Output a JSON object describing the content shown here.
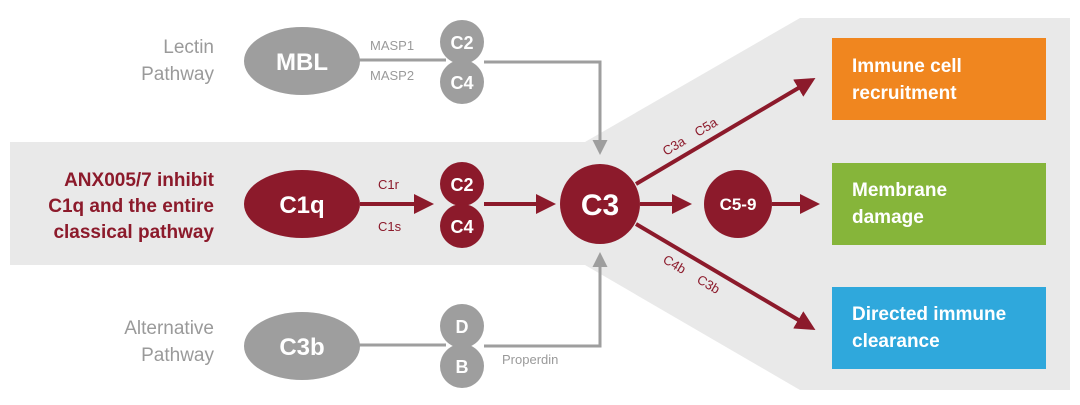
{
  "colors": {
    "gray_node": "#9e9e9e",
    "gray_line": "#9e9e9e",
    "red_node": "#8c1a2b",
    "band": "#e9e9e9",
    "orange": "#f0861f",
    "green": "#86b53a",
    "blue": "#2fa8dc"
  },
  "lectin": {
    "label_line1": "Lectin",
    "label_line2": "Pathway",
    "node": "MBL",
    "enzyme1": "MASP1",
    "enzyme2": "MASP2",
    "top": "C2",
    "bottom": "C4"
  },
  "classical": {
    "label_line1": "ANX005/7 inhibit",
    "label_line2": "C1q and the entire",
    "label_line3": "classical pathway",
    "node": "C1q",
    "enzyme1": "C1r",
    "enzyme2": "C1s",
    "top": "C2",
    "bottom": "C4"
  },
  "alternative": {
    "label_line1": "Alternative",
    "label_line2": "Pathway",
    "node": "C3b",
    "top": "D",
    "bottom": "B",
    "factor": "Properdin"
  },
  "central": {
    "node": "C3",
    "middle": "C5-9",
    "up_labels": [
      "C3a",
      "C5a"
    ],
    "down_labels": [
      "C4b",
      "C3b"
    ]
  },
  "outcomes": [
    {
      "line1": "Immune cell",
      "line2": "recruitment"
    },
    {
      "line1": "Membrane",
      "line2": "damage"
    },
    {
      "line1": "Directed immune",
      "line2": "clearance"
    }
  ]
}
